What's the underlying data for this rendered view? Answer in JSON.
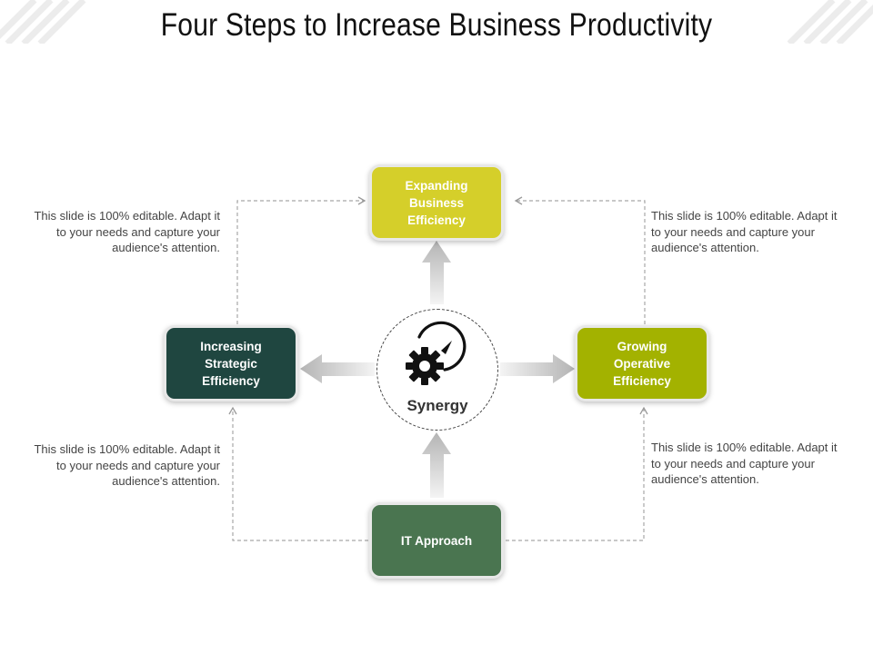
{
  "title": "Four Steps to Increase Business Productivity",
  "center": {
    "label": "Synergy",
    "icon": "gear-gauge-icon"
  },
  "steps": {
    "top": {
      "label": "Expanding\nBusiness\nEfficiency",
      "color": "#d5cf2a"
    },
    "left": {
      "label": "Increasing\nStrategic\nEfficiency",
      "color": "#1f4640"
    },
    "right": {
      "label": "Growing\nOperative\nEfficiency",
      "color": "#a3b200"
    },
    "bottom": {
      "label": "IT Approach",
      "color": "#4a7550"
    }
  },
  "notes": {
    "top_left": "This slide is 100% editable. Adapt it to your needs and capture your audience's attention.",
    "top_right": "This slide is 100% editable. Adapt it to your needs and capture your audience's attention.",
    "bottom_left": "This slide is 100% editable. Adapt it to your needs and capture your audience's attention.",
    "bottom_right": "This slide is 100% editable. Adapt it to your needs and capture your audience's attention."
  }
}
